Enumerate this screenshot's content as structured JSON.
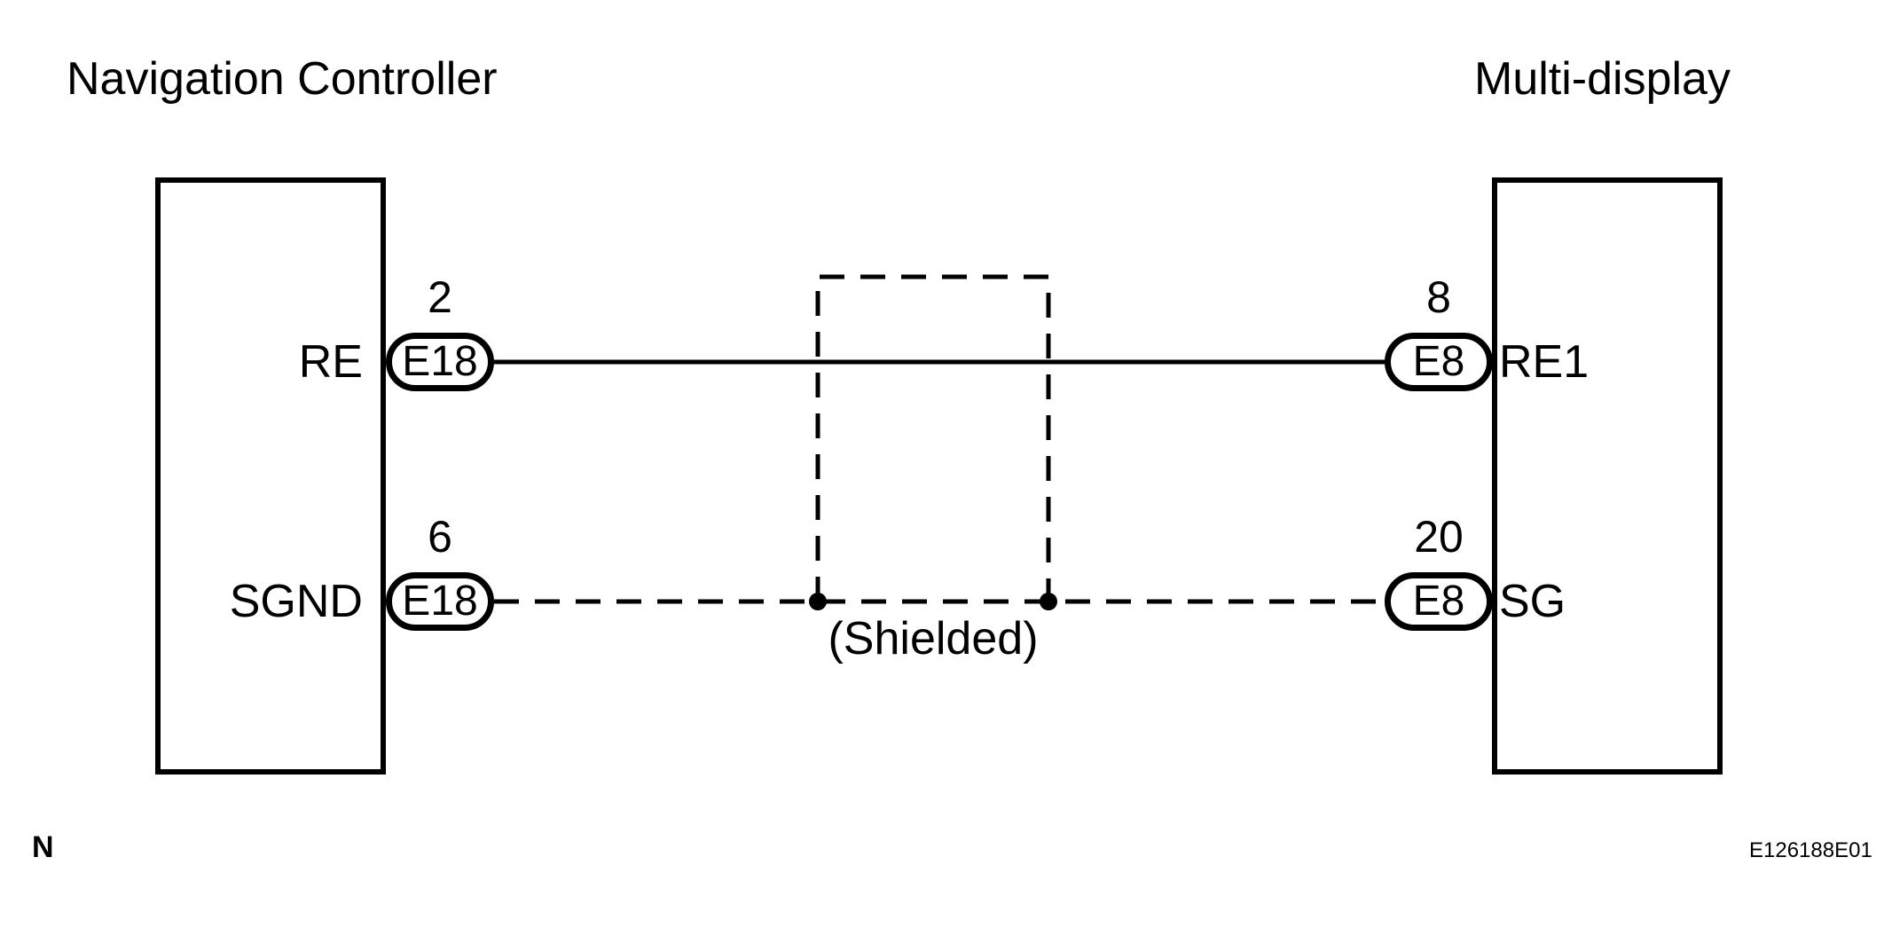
{
  "diagram": {
    "left_component": {
      "title": "Navigation Controller",
      "pins": [
        {
          "signal": "RE",
          "number": "2",
          "connector": "E18"
        },
        {
          "signal": "SGND",
          "number": "6",
          "connector": "E18"
        }
      ]
    },
    "right_component": {
      "title": "Multi-display",
      "pins": [
        {
          "signal": "RE1",
          "number": "8",
          "connector": "E8"
        },
        {
          "signal": "SG",
          "number": "20",
          "connector": "E8"
        }
      ]
    },
    "wires": [
      {
        "from": "RE (E18-2)",
        "to": "RE1 (E8-8)",
        "style": "solid"
      },
      {
        "from": "SGND (E18-6)",
        "to": "SG (E8-20)",
        "style": "dashed"
      }
    ],
    "shield": {
      "label": "(Shielded)",
      "encloses": "RE wire",
      "connected_to": "SGND wire"
    },
    "footer": {
      "page_marker": "N",
      "figure_code": "E126188E01"
    },
    "colors": {
      "line": "#000000",
      "background": "#ffffff"
    }
  }
}
